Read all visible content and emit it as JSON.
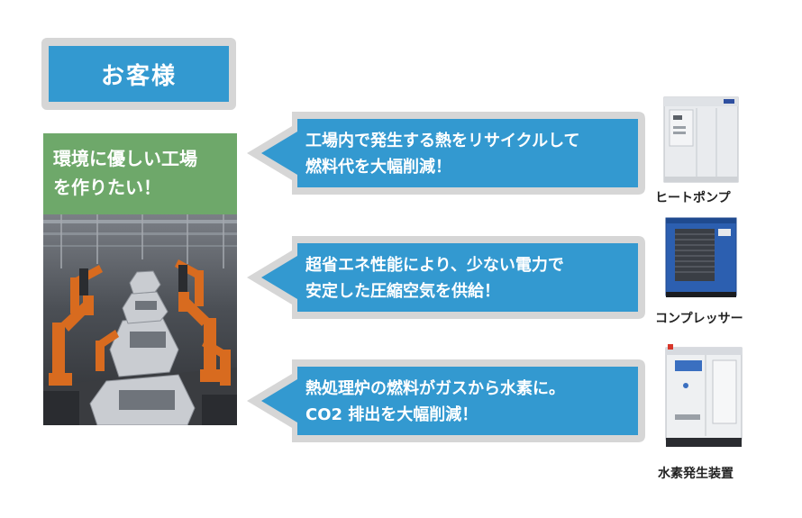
{
  "customer": {
    "title": "お客様"
  },
  "goal": {
    "lines": [
      "環境に優しい工場",
      "を作りたい！"
    ]
  },
  "benefits": [
    {
      "lines": [
        "工場内で発生する熱をリサイクルして",
        "燃料代を大幅削減！"
      ]
    },
    {
      "lines": [
        "超省エネ性能により、少ない電力で",
        "安定した圧縮空気を供給！"
      ]
    },
    {
      "lines": [
        "熱処理炉の燃料がガスから水素に。",
        "CO2 排出を大幅削減！"
      ]
    }
  ],
  "products": [
    {
      "label": "ヒートポンプ"
    },
    {
      "label": "コンプレッサー"
    },
    {
      "label": "水素発生装置"
    }
  ],
  "colors": {
    "blue": "#3399d0",
    "green": "#6ea86a",
    "gray_frame": "#d6d6d6"
  }
}
